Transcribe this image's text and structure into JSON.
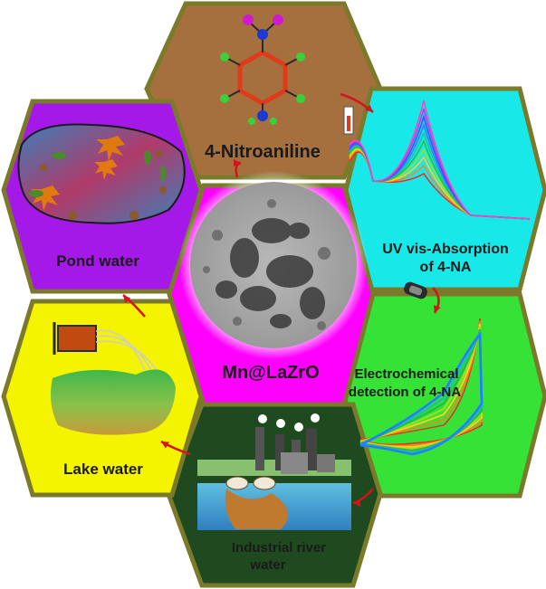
{
  "center": {
    "label": "Mn@LaZrO",
    "color": "#ff00ff",
    "image": "TEM micrograph of nanoparticle aggregates"
  },
  "cells": {
    "top": {
      "label": "4-Nitroaniline",
      "color": "#a5703e"
    },
    "top_right": {
      "label_line1": "UV vis-Absorption",
      "label_line2": "of 4-NA",
      "color": "#19e8e8"
    },
    "bottom_right": {
      "label_line1": "Electrochemical",
      "label_line2": "detection of 4-NA",
      "color": "#35e235"
    },
    "bottom": {
      "label_line1": "Industrial river",
      "label_line2": "water",
      "color": "#1f4a1f"
    },
    "bottom_left": {
      "label": "Lake water",
      "color": "#f4f400"
    },
    "top_left": {
      "label": "Pond water",
      "color": "#a419e8"
    }
  },
  "arrows": {
    "color": "#d4141c"
  },
  "icons": [
    "molecule-icon",
    "thermometer-icon",
    "electrode-icon",
    "factory-icon",
    "lake-icon",
    "pond-icon"
  ]
}
